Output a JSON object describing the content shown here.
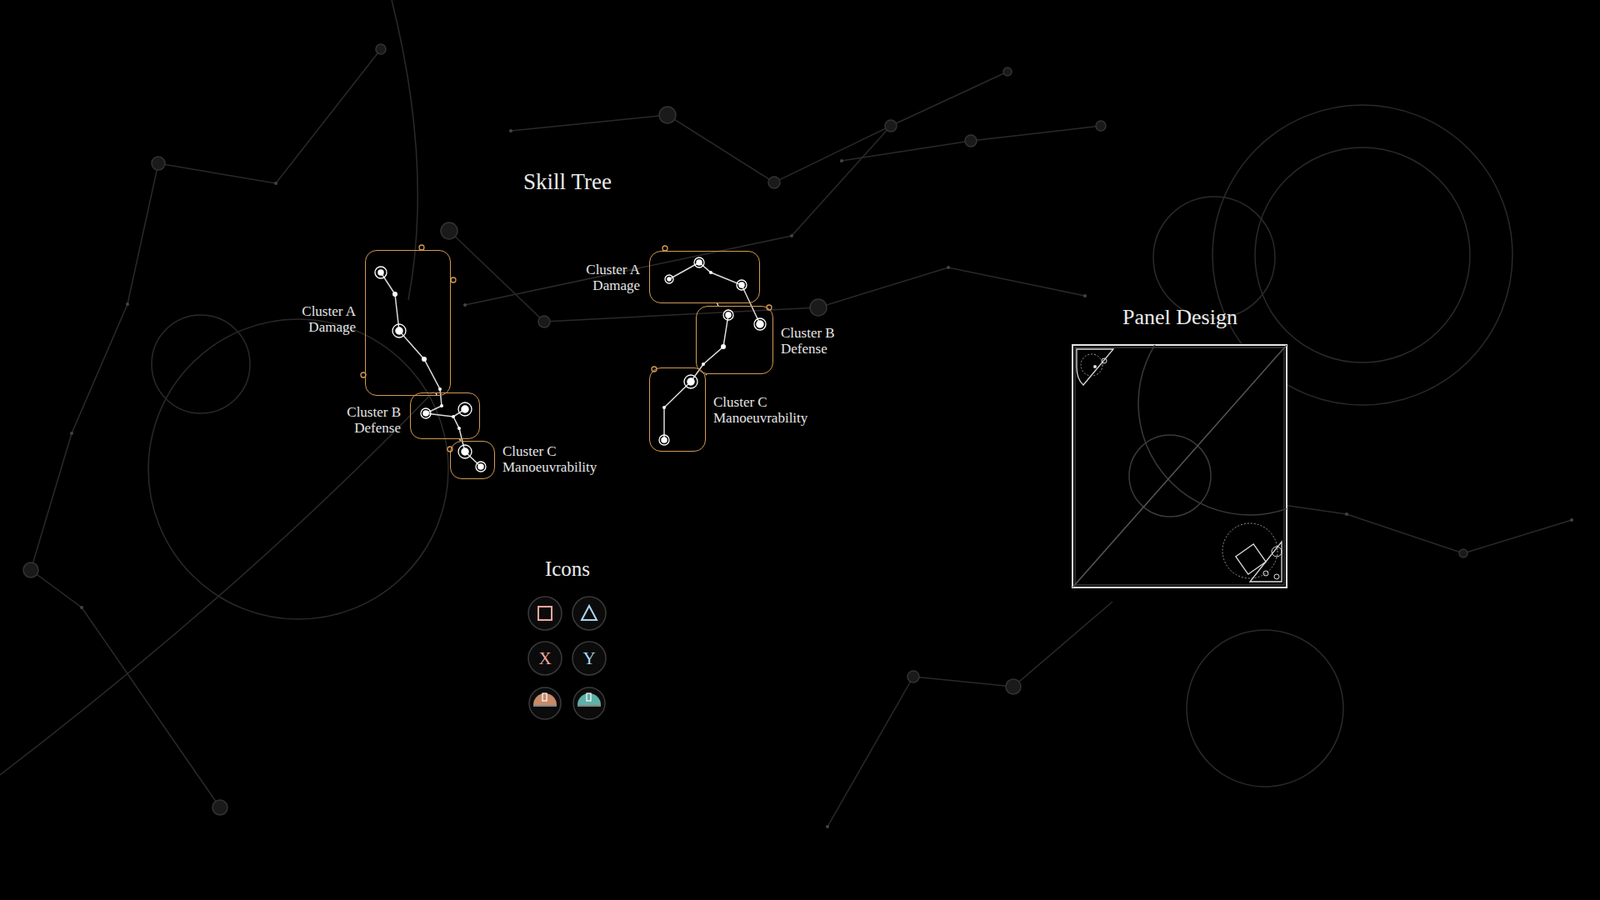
{
  "diagram": {
    "title": "Skill Tree",
    "nodes": [
      {
        "text": [
          "Cluster A",
          "Damage"
        ]
      },
      {
        "text": [
          "Cluster B",
          "Defense"
        ]
      },
      {
        "text": [
          "Cluster C",
          "Manoeuvrability"
        ]
      },
      {
        "text": [
          "Cluster A",
          "Damage"
        ]
      },
      {
        "text": [
          "Cluster B",
          "Defense"
        ]
      },
      {
        "text": [
          "Cluster C",
          "Manoeuvrability"
        ]
      }
    ],
    "edges": [
      {
        "from": 0,
        "to": 1,
        "arrow": "none"
      },
      {
        "from": 1,
        "to": 2,
        "arrow": "none"
      },
      {
        "from": 3,
        "to": 4,
        "arrow": "none"
      },
      {
        "from": 4,
        "to": 5,
        "arrow": "none"
      }
    ],
    "labels": [
      "Icons",
      "Panel Design",
      "X",
      "Y"
    ]
  }
}
